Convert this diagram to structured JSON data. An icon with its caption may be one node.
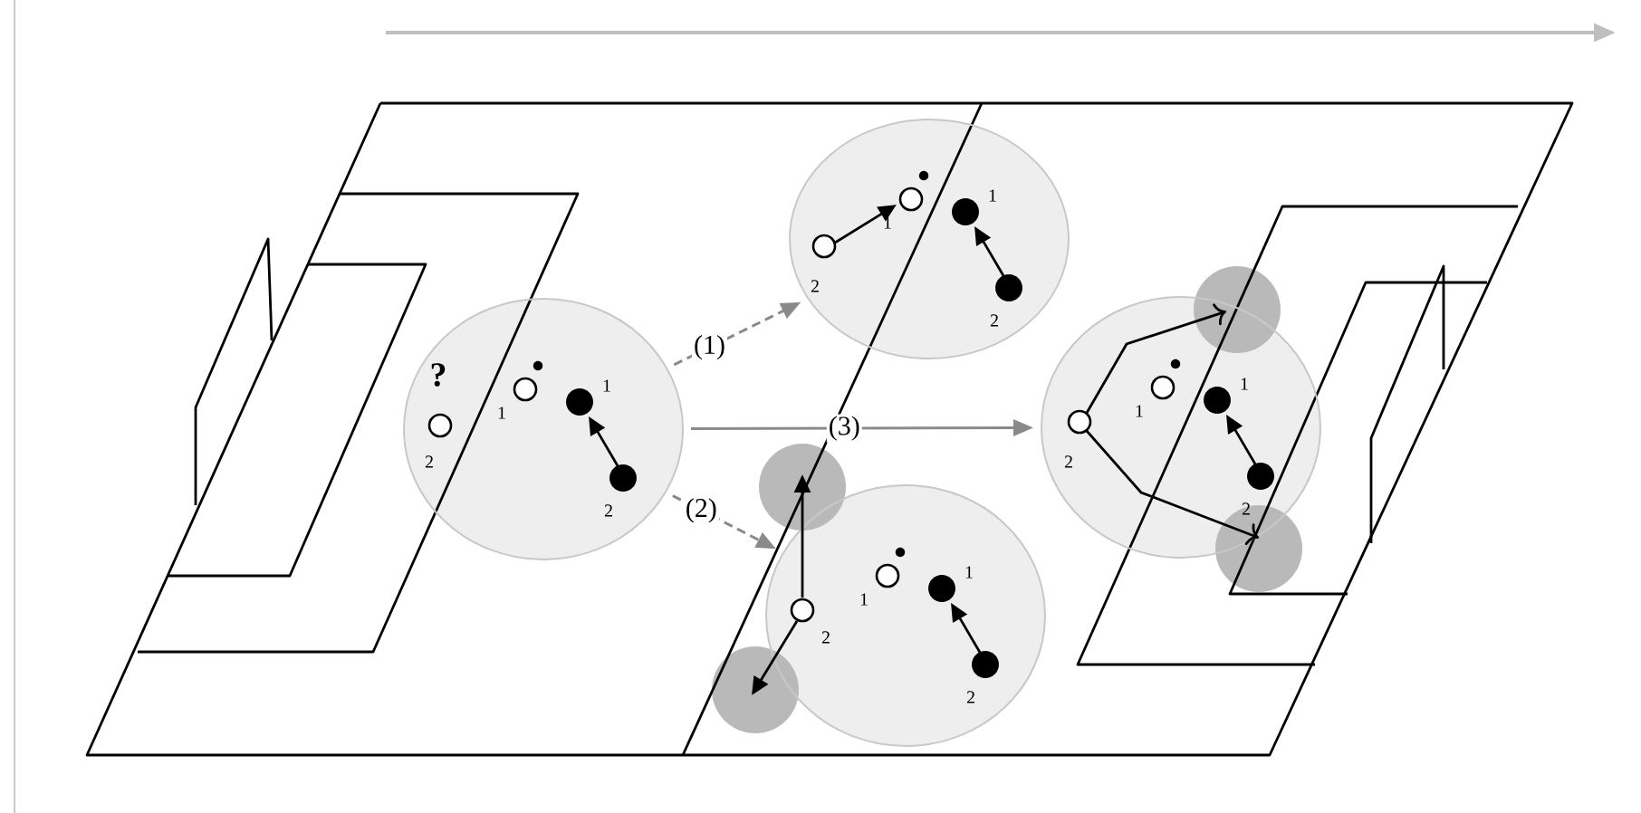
{
  "diagram": {
    "nodes": [
      {
        "text": [
          "?",
          "1",
          "1",
          "2",
          "2"
        ]
      },
      {
        "text": [
          "1",
          "1",
          "2",
          "2"
        ]
      },
      {
        "text": [
          "1",
          "1",
          "2",
          "2"
        ]
      },
      {
        "text": [
          "1",
          "1",
          "2",
          "2"
        ]
      }
    ],
    "edges": [
      {
        "from": 0,
        "to": 1,
        "arrow": "to",
        "label": "(1)",
        "style": "dashed"
      },
      {
        "from": 0,
        "to": 2,
        "arrow": "to",
        "label": "(2)",
        "style": "dashed"
      },
      {
        "from": 0,
        "to": 3,
        "arrow": "to",
        "label": "(3)"
      }
    ]
  }
}
